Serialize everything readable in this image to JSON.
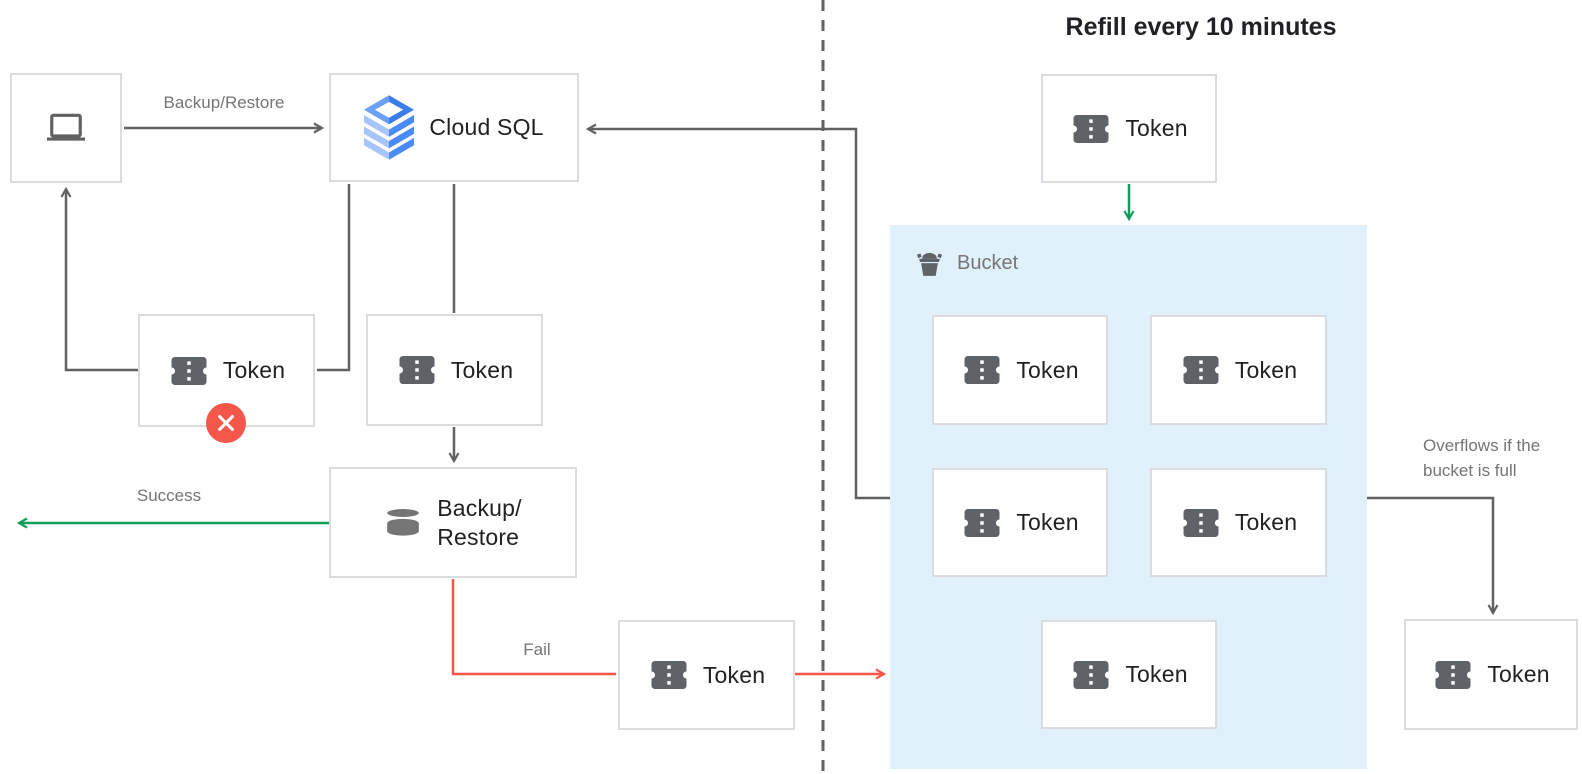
{
  "section_right": {
    "title": "Refill every 10 minutes"
  },
  "nodes": {
    "client": {
      "icon": "laptop-icon"
    },
    "cloud_sql": {
      "label": "Cloud SQL",
      "icon": "cloud-sql-icon"
    },
    "backup_restore": {
      "line1": "Backup/",
      "line2": "Restore",
      "icon": "database-icon"
    },
    "token": {
      "label": "Token",
      "icon": "ticket-icon"
    },
    "bucket": {
      "label": "Bucket",
      "icon": "bucket-icon",
      "token_count": 5
    }
  },
  "edges": {
    "backup_restore": "Backup/Restore",
    "success": "Success",
    "fail": "Fail",
    "overflow_line1": "Overflows if the",
    "overflow_line2": "bucket is full"
  },
  "badges": {
    "rejected": {
      "icon": "x-circle-icon"
    }
  },
  "colors": {
    "connector_grey": "#616161",
    "success_green": "#0f9d58",
    "fail_red": "#f4564a",
    "bucket_fill": "#e0f1fb",
    "box_border": "#dadce0",
    "edge_label_text": "#757575",
    "node_text": "#212121",
    "icon_grey": "#5f6368",
    "cloud_sql_blue": "#4285f4",
    "cloud_sql_light_blue": "#a6c5fa"
  }
}
